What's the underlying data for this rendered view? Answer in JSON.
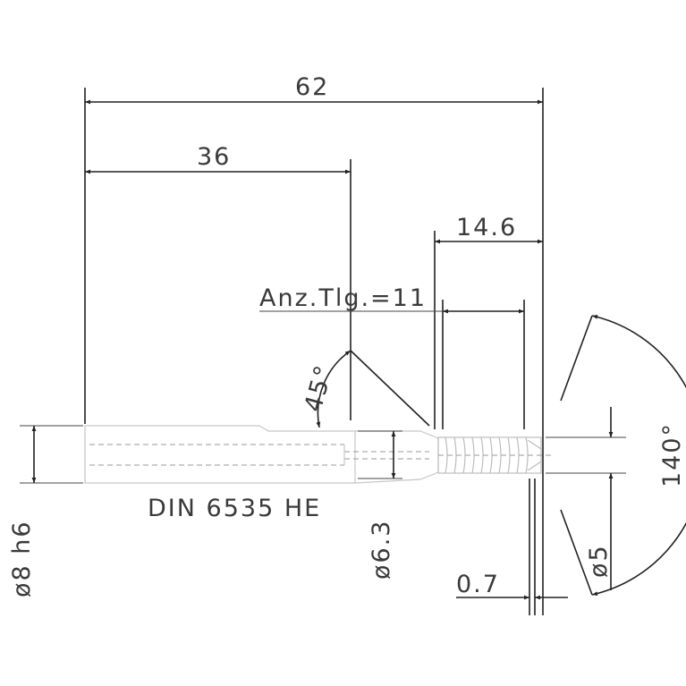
{
  "dimensions": {
    "overall_length": "62",
    "shank_length": "36",
    "thread_length": "14.6",
    "teeth_count_label": "Anz.Tlg.=11",
    "chamfer_angle": "45°",
    "shank_diameter": "ø8 h6",
    "neck_diameter": "ø6.3",
    "thread_diameter": "ø5",
    "point_angle": "140°",
    "tip_offset": "0.7"
  },
  "standard_label": "DIN 6535 HE"
}
